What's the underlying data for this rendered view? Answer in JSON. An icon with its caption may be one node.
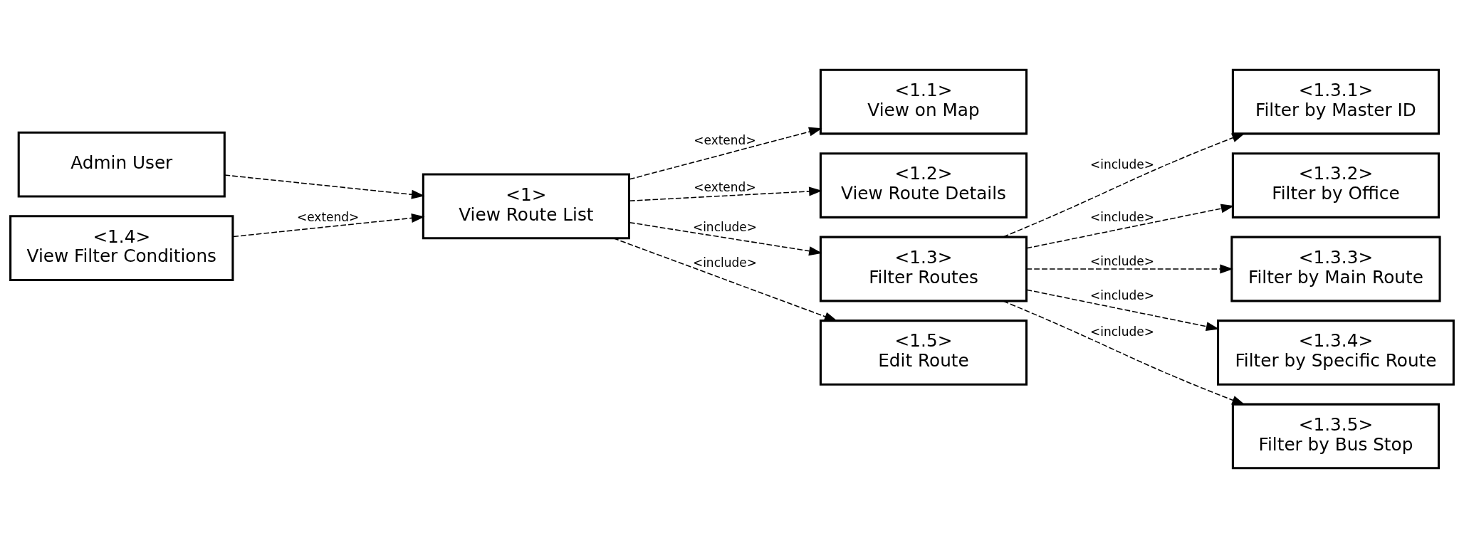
{
  "diagram": {
    "nodes": [
      {
        "text": [
          "Admin User"
        ]
      },
      {
        "text": [
          "<1>",
          "View Route List"
        ]
      },
      {
        "text": [
          "<1.1>",
          "View on Map"
        ]
      },
      {
        "text": [
          "<1.2>",
          "View Route Details"
        ]
      },
      {
        "text": [
          "<1.3>",
          "Filter Routes"
        ]
      },
      {
        "text": [
          "<1.4>",
          "View Filter Conditions"
        ]
      },
      {
        "text": [
          "<1.5>",
          "Edit Route"
        ]
      },
      {
        "text": [
          "<1.3.1>",
          "Filter by Master ID"
        ]
      },
      {
        "text": [
          "<1.3.2>",
          "Filter by Office"
        ]
      },
      {
        "text": [
          "<1.3.3>",
          "Filter by Main Route"
        ]
      },
      {
        "text": [
          "<1.3.4>",
          "Filter by Specific Route"
        ]
      },
      {
        "text": [
          "<1.3.5>",
          "Filter by Bus Stop"
        ]
      }
    ],
    "edges": [
      {
        "from": 0,
        "to": 1,
        "arrow": "to",
        "style": "dashed"
      },
      {
        "from": 1,
        "to": 2,
        "arrow": "to",
        "style": "dashed",
        "label": "<extend>"
      },
      {
        "from": 1,
        "to": 3,
        "arrow": "to",
        "style": "dashed",
        "label": "<extend>"
      },
      {
        "from": 1,
        "to": 4,
        "arrow": "to",
        "style": "dashed",
        "label": "<include>"
      },
      {
        "from": 5,
        "to": 1,
        "arrow": "to",
        "style": "dashed",
        "label": "<extend>"
      },
      {
        "from": 1,
        "to": 6,
        "arrow": "to",
        "style": "dashed",
        "label": "<include>"
      },
      {
        "from": 4,
        "to": 7,
        "arrow": "to",
        "style": "dashed",
        "label": "<include>"
      },
      {
        "from": 4,
        "to": 8,
        "arrow": "to",
        "style": "dashed",
        "label": "<include>"
      },
      {
        "from": 4,
        "to": 9,
        "arrow": "to",
        "style": "dashed",
        "label": "<include>"
      },
      {
        "from": 4,
        "to": 10,
        "arrow": "to",
        "style": "dashed",
        "label": "<include>"
      },
      {
        "from": 4,
        "to": 11,
        "arrow": "to",
        "style": "dashed",
        "label": "<include>"
      }
    ]
  }
}
